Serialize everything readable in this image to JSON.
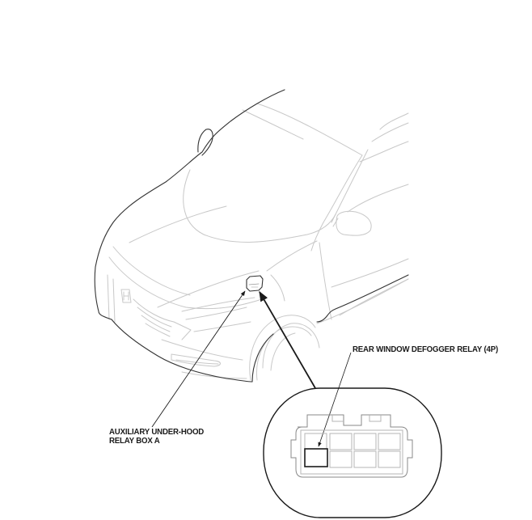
{
  "diagram": {
    "type": "component-location-illustration",
    "subject": "vehicle front three-quarter view (line drawing)",
    "colors": {
      "background": "#ffffff",
      "outline_dark": "#333333",
      "outline_light": "#c8c8c8",
      "callout_line": "#1a1a1a",
      "text": "#1a1a1a"
    },
    "callouts": [
      {
        "id": "relay-box",
        "label_lines": [
          "AUXILIARY UNDER-HOOD",
          "RELAY BOX A"
        ],
        "points_to": "relay box on left front fender area"
      },
      {
        "id": "defogger-relay",
        "label_lines": [
          "REAR WINDOW DEFOGGER RELAY (4P)"
        ],
        "points_to": "lower-left relay slot in detail view"
      }
    ],
    "detail_view": {
      "shape": "rounded stadium",
      "content": "relay box connector face, 2 rows x 4 slots",
      "rows": 2,
      "columns": 4,
      "highlighted_slot": {
        "row": 2,
        "column": 1
      }
    }
  }
}
